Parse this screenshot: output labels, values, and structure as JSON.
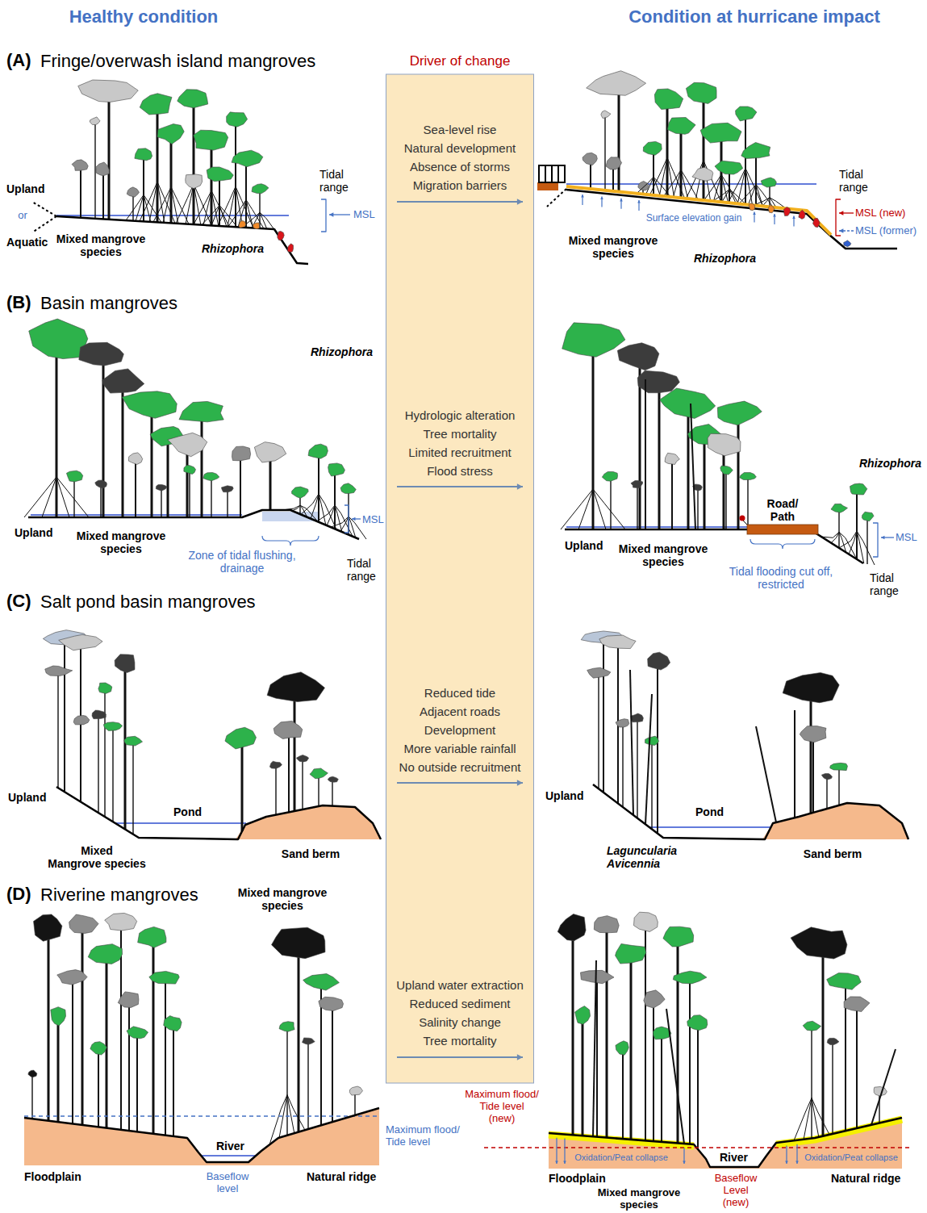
{
  "diagram": {
    "nodes": [
      {
        "text": [
          "Driver of change",
          "Sea-level rise",
          "Natural development",
          "Absence of storms",
          "Migration barriers",
          "Hydrologic alteration",
          "Tree mortality",
          "Limited recruitment",
          "Flood stress",
          "Reduced tide",
          "Adjacent roads",
          "Development",
          "More variable rainfall",
          "No outside recruitment",
          "Upland water extraction",
          "Reduced sediment",
          "Salinity change",
          "Tree mortality"
        ]
      },
      {
        "text": [
          "Road/ Path"
        ]
      }
    ],
    "labels": [
      "Healthy condition",
      "Condition at hurricane impact",
      "(A)",
      "Fringe/overwash island mangroves",
      "Upland",
      "or",
      "Aquatic",
      "Mixed mangrove species",
      "Rhizophora",
      "Tidal range",
      "MSL",
      "Tidal range",
      "MSL (new)",
      "MSL (former)",
      "Surface elevation gain",
      "Mixed mangrove species",
      "Rhizophora",
      "(B)",
      "Basin mangroves",
      "Rhizophora",
      "Upland",
      "Mixed mangrove species",
      "MSL",
      "Zone of tidal flushing, drainage",
      "Tidal range",
      "Rhizophora",
      "Upland",
      "Mixed mangrove species",
      "MSL",
      "Tidal flooding cut off, restricted",
      "Tidal range",
      "(C)",
      "Salt pond basin mangroves",
      "Upland",
      "Pond",
      "Mixed Mangrove species",
      "Sand berm",
      "Upland",
      "Pond",
      "Laguncularia Avicennia",
      "Sand berm",
      "(D)",
      "Riverine mangroves",
      "Mixed mangrove species",
      "River",
      "Floodplain",
      "Natural ridge",
      "Baseflow level",
      "Maximum flood/ Tide level",
      "Maximum flood/ Tide level (new)",
      "Oxidation/Peat collapse",
      "Oxidation/Peat collapse",
      "River",
      "Floodplain",
      "Natural ridge",
      "Baseflow Level (new)",
      "Mixed mangrove species"
    ]
  }
}
